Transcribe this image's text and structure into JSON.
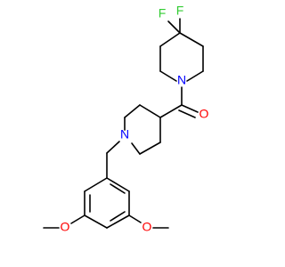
{
  "molecule": {
    "atoms": {
      "f_top": "F",
      "f_left": "F",
      "n_difluoropiperidine": "N",
      "o_carbonyl": "O",
      "n_piperidine": "N",
      "o_methoxy_left": "O",
      "o_methoxy_right": "O"
    },
    "colors": {
      "bond": "#000000",
      "fluorine": "#33cc33",
      "nitrogen": "#0000ff",
      "oxygen": "#ff0000"
    }
  }
}
